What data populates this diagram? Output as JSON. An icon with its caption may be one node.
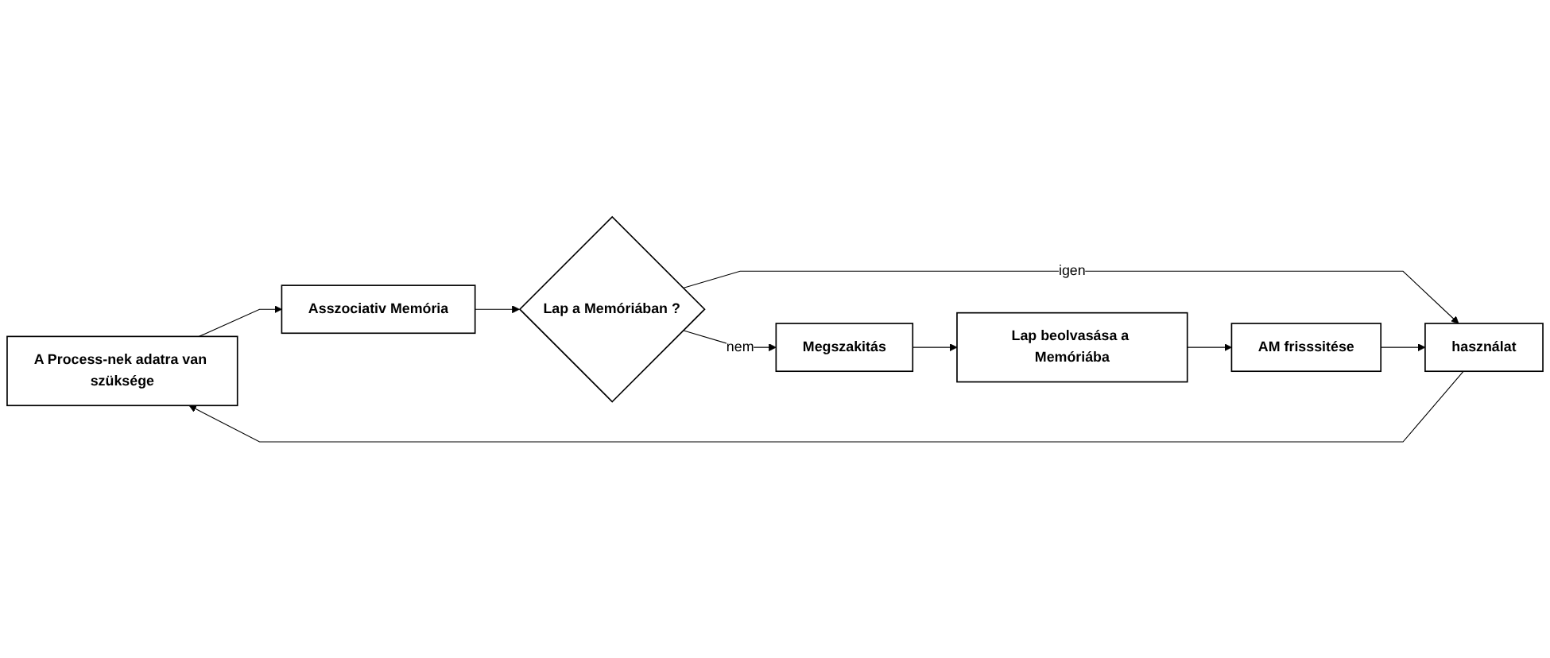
{
  "diagram": {
    "nodes": [
      {
        "text": [
          "A Process-nek adatra van szüksége"
        ]
      },
      {
        "text": [
          "Asszociativ Memória"
        ]
      },
      {
        "text": [
          "Lap a Memóriában ?"
        ]
      },
      {
        "text": [
          "Megszakitás"
        ]
      },
      {
        "text": [
          "használat"
        ]
      },
      {
        "text": [
          "Lap beolvasása a Memóriába"
        ]
      },
      {
        "text": [
          "AM frisssitése"
        ]
      }
    ],
    "edges": [
      {
        "from": 0,
        "to": 1,
        "arrow": "to"
      },
      {
        "from": 1,
        "to": 2,
        "arrow": "to"
      },
      {
        "from": 2,
        "to": 3,
        "arrow": "to",
        "label": "nem"
      },
      {
        "from": 2,
        "to": 4,
        "arrow": "to",
        "label": "igen"
      },
      {
        "from": 4,
        "to": 0,
        "arrow": "to"
      },
      {
        "from": 3,
        "to": 5,
        "arrow": "to"
      },
      {
        "from": 5,
        "to": 6,
        "arrow": "to"
      },
      {
        "from": 6,
        "to": 4,
        "arrow": "to"
      }
    ]
  }
}
